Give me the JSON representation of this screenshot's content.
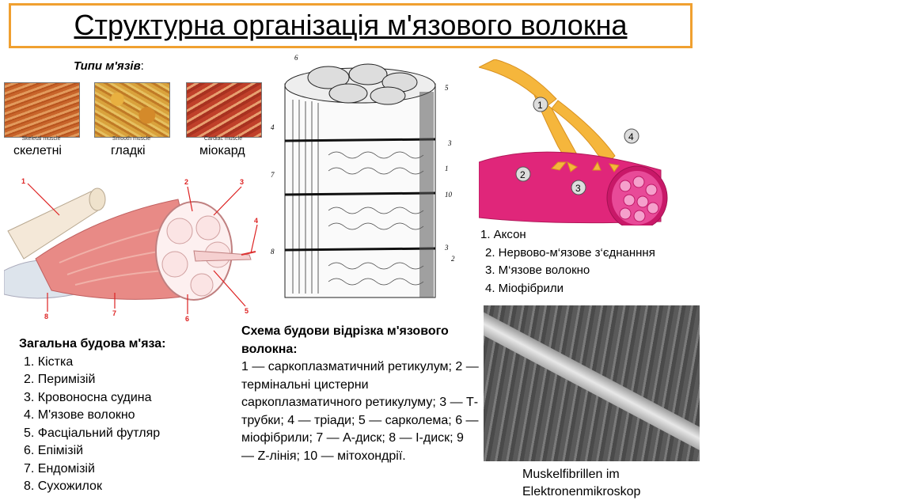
{
  "title": "Структурна організація м'язового волокна",
  "muscle_types": {
    "heading": "Типи м'язів",
    "heading_colon": ":",
    "items": [
      {
        "caption": "Skeletal muscle",
        "label": "скелетні"
      },
      {
        "caption": "Smooth muscle",
        "label": "гладкі"
      },
      {
        "caption": "Cardiac muscle",
        "label": "міокард"
      }
    ]
  },
  "muscle_diagram_numbers": [
    "1",
    "2",
    "3",
    "4",
    "5",
    "6",
    "7",
    "8"
  ],
  "fiber_diagram_numbers": [
    "6",
    "5",
    "4",
    "7",
    "3",
    "1",
    "10",
    "8",
    "3",
    "2"
  ],
  "general_structure": {
    "heading": "Загальна будова м'яза:",
    "items": [
      "1. Кістка",
      "2. Перимізій",
      "3. Кровоносна судина",
      "4. М'язове волокно",
      "5. Фасціальний футляр",
      "6. Епімізій",
      "7. Ендомізій",
      "8. Сухожилок"
    ]
  },
  "schema": {
    "heading": "Схема будови відрізка м'язового волокна:",
    "text": "1 — саркоплазматичний ретикулум; 2 — термінальні цистерни саркоплазматичного ретикулуму; 3 — Т-трубки; 4 — тріади; 5 — сарколема; 6 — міофібрили; 7 — А-диск; 8 — І-диск; 9 — Z-лінія; 10 — мітохондрії."
  },
  "nerve_diagram_numbers": [
    "1",
    "2",
    "3",
    "4"
  ],
  "nerve_legend": [
    "1. Аксон",
    "2. Нервово-м‘язове з‘єднанння",
    "3. М‘язове волокно",
    "4. Міофібрили"
  ],
  "micrograph_caption": [
    "Muskelfibrillen im",
    "Elektronenmikroskop"
  ],
  "colors": {
    "title_border": "#f0a030",
    "axon": "#f5b63c",
    "fiber": "#e0267a",
    "micrograph": "#6a6a6a"
  }
}
